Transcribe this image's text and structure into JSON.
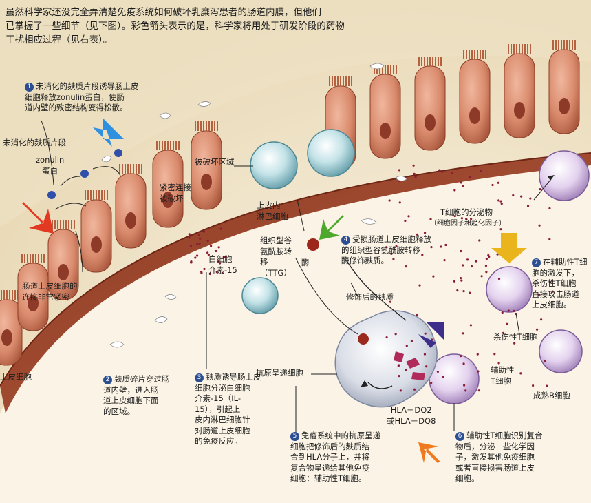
{
  "intro": "虽然科学家还没完全弄清楚免疫系统如何破坏乳糜泻患者的肠道内膜，但他们\n已掌握了一些细节（见下图）。彩色箭头表示的是，科学家将用处于研发阶段的药物\n干扰相应过程（见右表）。",
  "labels": {
    "undigested_gluten": "未消化的麸质片段",
    "zonulin_protein": "zonulin\n蛋白",
    "tight_junction_broken": "紧密连接\n被破坏",
    "damaged_area": "被破坏区域",
    "tight_epithelial_junction": "肠道上皮细胞的\n连接非常紧密",
    "intraepithelial_lymphocyte": "上皮内\n淋巴细胞",
    "ttg_enzyme": "组织型谷\n氨酰胺转\n移\n（TTG）",
    "enzyme": "酶",
    "interleukin": "白细胞\n介素-15",
    "modified_gluten": "修饰后的麸质",
    "apc": "抗原呈递细胞",
    "hla": "HLA－DQ2\n或HLA－DQ8",
    "helper_t": "辅助性\nT细胞",
    "killer_t": "杀伤性T细胞",
    "mature_b": "成熟B细胞",
    "t_secretions": "T细胞的分泌物",
    "t_secretions_sub": "（细胞因子和趋化因子）",
    "epithelial_cell": "上皮细胞"
  },
  "steps": [
    {
      "n": "1",
      "text": "未消化的麸质片段诱导肠上皮\n细胞释放zonulin蛋白，使肠\n道内壁的致密结构变得松散。"
    },
    {
      "n": "2",
      "text": "麸质碎片穿过肠\n道内壁，进入肠\n道上皮细胞下面\n的区域。"
    },
    {
      "n": "3",
      "text": "麸质诱导肠上皮\n细胞分泌白细胞\n介素-15（IL-\n15），引起上\n皮内淋巴细胞针\n对肠道上皮细胞\n的免疫反应。"
    },
    {
      "n": "4",
      "text": "受损肠道上皮细胞释放\n的组织型谷氨酰胺转移\n酶修饰麸质。"
    },
    {
      "n": "5",
      "text": "免疫系统中的抗原呈递\n细胞把修饰后的麸质结\n合到HLA分子上，并将\n复合物呈递给其他免疫\n细胞：辅助性T细胞。"
    },
    {
      "n": "6",
      "text": "辅助性T细胞识别复合\n物后，分泌一些化学因\n子，激发其他免疫细胞\n或者直接损害肠道上皮\n细胞。"
    },
    {
      "n": "7",
      "text": "在辅助性T细\n胞的激发下，\n杀伤性T细胞\n直接攻击肠道\n上皮细胞。"
    }
  ],
  "arrow_colors": {
    "red": "#e23a22",
    "blue": "#2f8fe0",
    "green": "#4fa82e",
    "purple": "#3d2e8c",
    "yellow": "#e9b41c",
    "orange": "#ef7a1f"
  }
}
